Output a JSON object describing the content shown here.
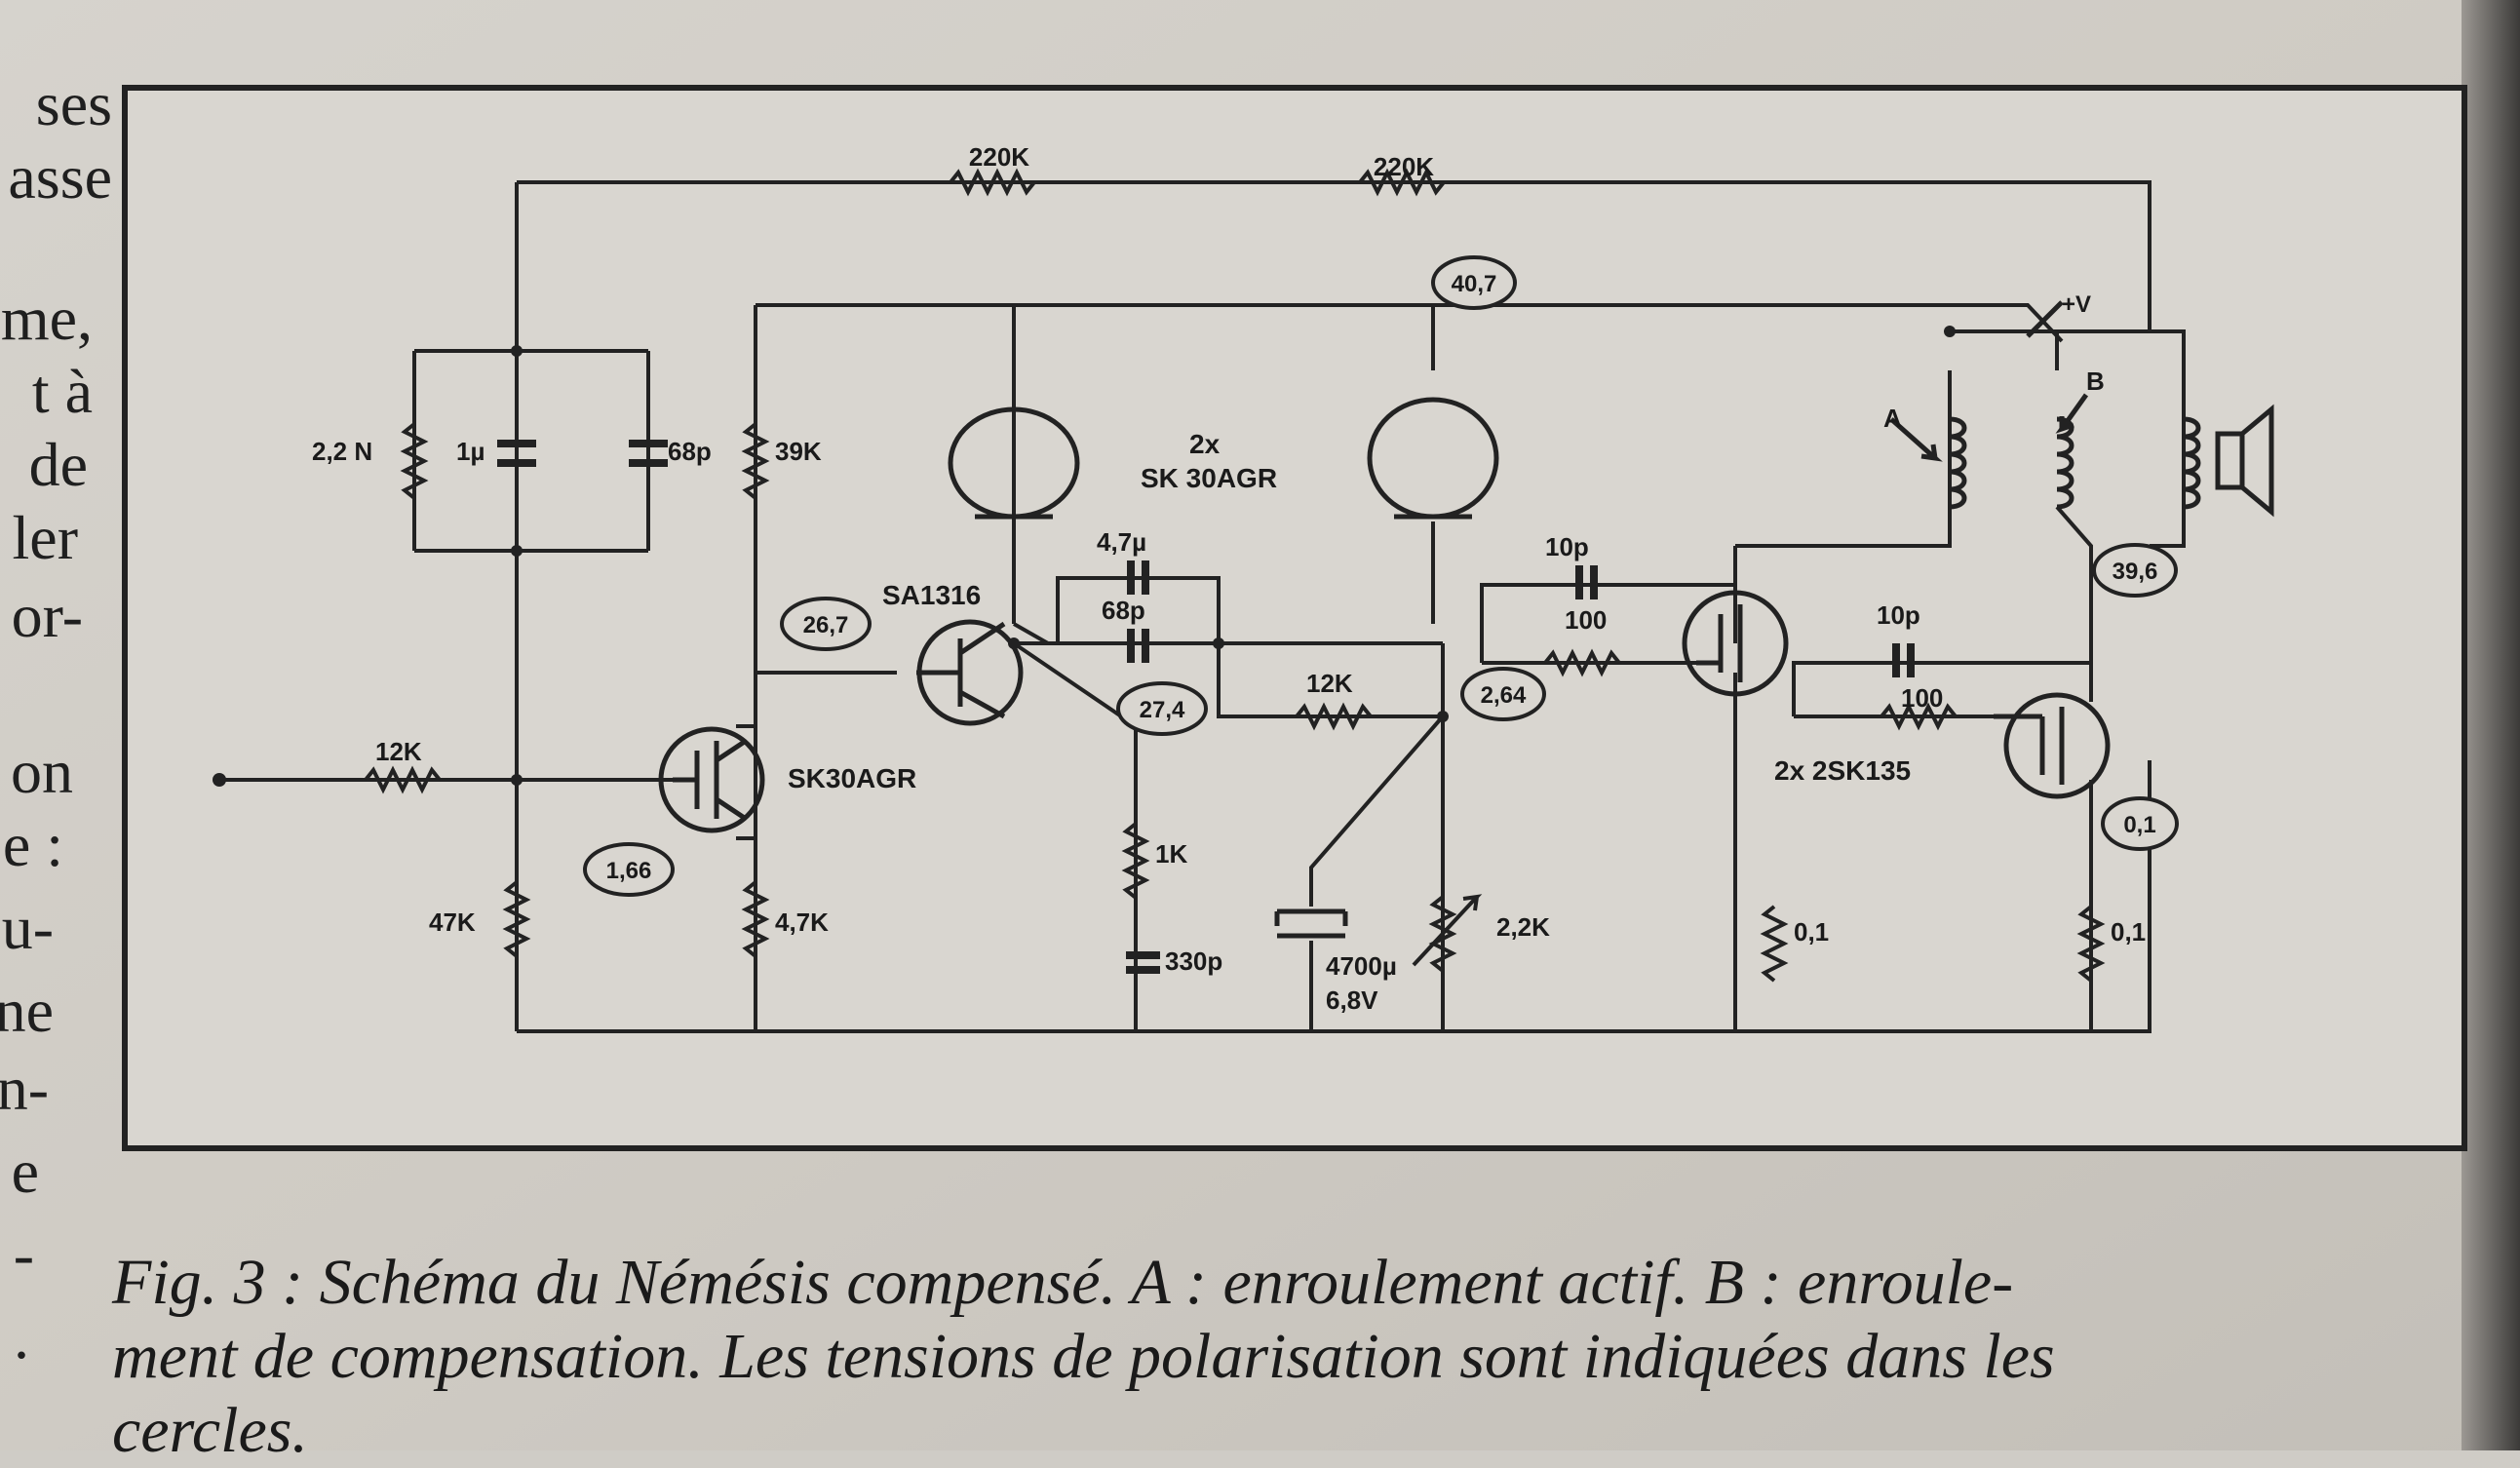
{
  "margin_text": [
    "ses",
    "asse",
    "me,",
    "t à",
    "de",
    "ler",
    "or-",
    "on",
    "e :",
    "u-",
    "ne",
    "n-",
    "e",
    "-",
    "."
  ],
  "caption": {
    "line1": "Fig. 3 : Schéma du Némésis compensé. A : enroulement actif. B : enroule-",
    "line2": "ment de compensation. Les tensions de polarisation sont indiquées dans les",
    "line3": "cercles."
  },
  "schematic": {
    "labels": {
      "r_top_left": "220K",
      "r_top_right": "220K",
      "r_22n": "2,2 N",
      "c_1u": "1µ",
      "c_68p": "68p",
      "r_39k": "39K",
      "r_12k_in": "12K",
      "fet1": "SK30AGR",
      "r_47k": "47K",
      "r_4k7": "4,7K",
      "bjt": "SA1316",
      "tubes": "2x",
      "tubes_type": "SK 30AGR",
      "c_4u7": "4,7µ",
      "c_68p_mid": "68p",
      "r_1k": "1K",
      "c_330p": "330p",
      "r_12k_mid": "12K",
      "c_4700": "4700µ",
      "c_4700_v": "6,8V",
      "pot_2k2": "2,2K",
      "c_10p_a": "10p",
      "r_100_a": "100",
      "c_10p_b": "10p",
      "r_100_b": "100",
      "fets_out": "2x 2SK135",
      "r_01_a": "0,1",
      "r_01_b": "0,1",
      "vplus": "+V",
      "coil_a": "A",
      "coil_b": "B"
    },
    "voltages": {
      "v1": "26,7",
      "v2": "1,66",
      "v3": "27,4",
      "v4": "40,7",
      "v5": "2,64",
      "v6": "39,6",
      "v7": "0,1"
    }
  }
}
